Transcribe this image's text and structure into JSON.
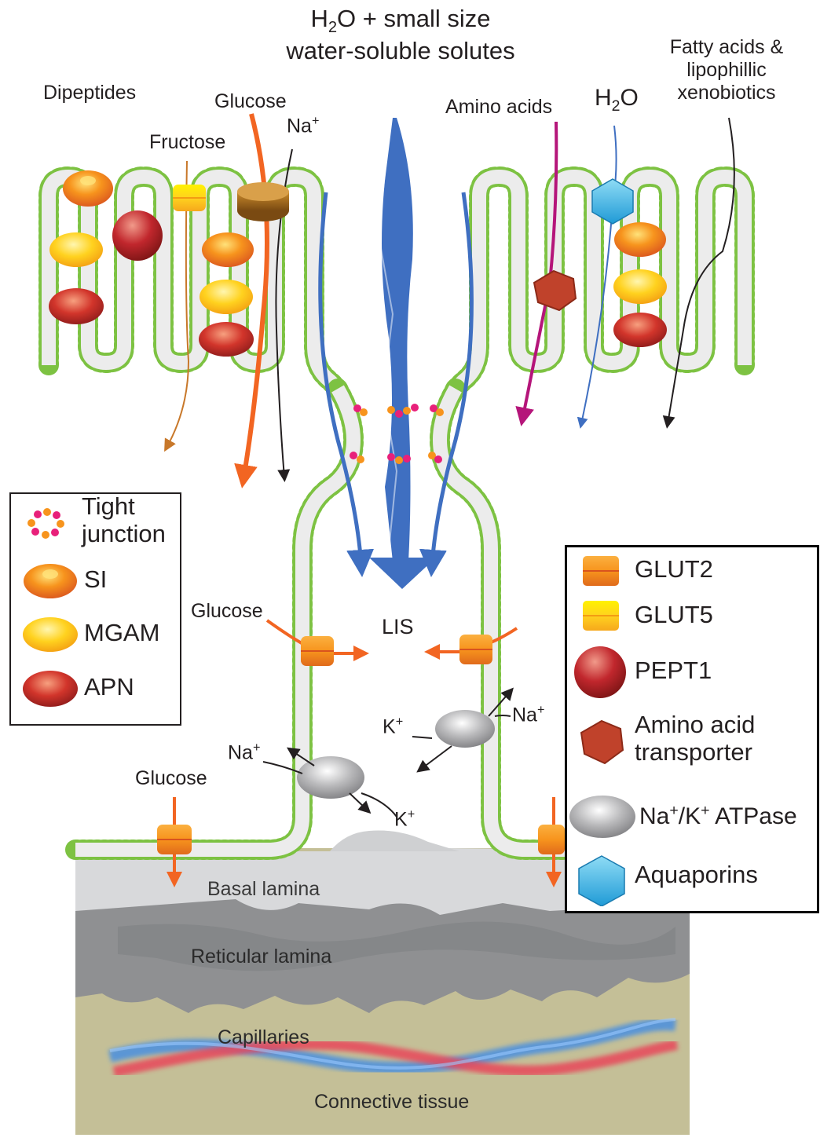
{
  "top_labels": {
    "title_line1_pre": "H",
    "title_line1_sub": "2",
    "title_line1_post": "O + small size",
    "title_line2": "water-soluble solutes",
    "dipeptides": "Dipeptides",
    "glucose_top": "Glucose",
    "fructose": "Fructose",
    "na_top": "Na",
    "na_top_sup": "+",
    "amino_acids": "Amino acids",
    "h2o_pre": "H",
    "h2o_sub": "2",
    "h2o_post": "O",
    "fatty_line1": "Fatty acids &",
    "fatty_line2": "lipophillic",
    "fatty_line3": "xenobiotics"
  },
  "middle_labels": {
    "lis": "LIS",
    "glucose_mid": "Glucose",
    "glucose_low": "Glucose",
    "na_left": "Na",
    "na_left_sup": "+",
    "k_left": "K",
    "k_left_sup": "+",
    "k_right": "K",
    "k_right_sup": "+",
    "na_right": "Na",
    "na_right_sup": "+"
  },
  "tissue_labels": {
    "basal_lamina": "Basal lamina",
    "reticular_lamina": "Reticular lamina",
    "capillaries": "Capillaries",
    "connective_tissue": "Connective tissue"
  },
  "legend_left": {
    "tight_junction_line1": "Tight",
    "tight_junction_line2": "junction",
    "si": "SI",
    "mgam": "MGAM",
    "apn": "APN"
  },
  "legend_right": {
    "glut2": "GLUT2",
    "glut5": "GLUT5",
    "pept1": "PEPT1",
    "amino_line1": "Amino acid",
    "amino_line2": "transporter",
    "atpase_pre": "Na",
    "atpase_sup1": "+",
    "atpase_mid": "/K",
    "atpase_sup2": "+",
    "atpase_post": " ATPase",
    "aquaporins": "Aquaporins"
  },
  "colors": {
    "membrane_green": "#7dc242",
    "glucose_arrow": "#f26522",
    "fructose_arrow": "#c8782a",
    "amino_arrow": "#b5157a",
    "water_blue": "#3f6fc1",
    "tissue": "#c9c39c",
    "lamina_gray": "#8f9092"
  }
}
